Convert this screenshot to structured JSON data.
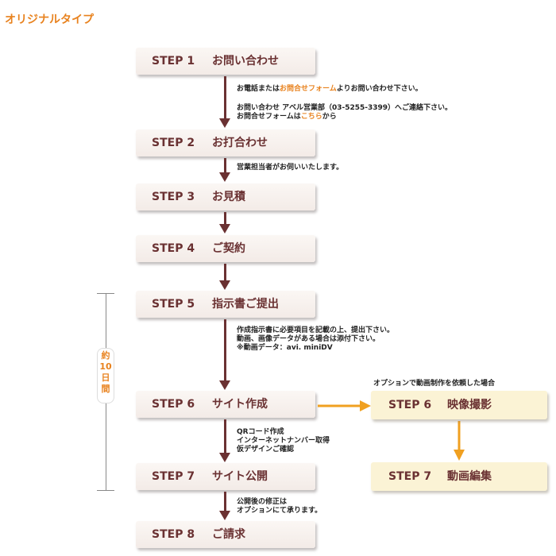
{
  "title": "オリジナルタイプ",
  "steps": [
    {
      "label": "STEP 1",
      "name": "お問い合わせ"
    },
    {
      "label": "STEP 2",
      "name": "お打合わせ"
    },
    {
      "label": "STEP 3",
      "name": "お見積"
    },
    {
      "label": "STEP 4",
      "name": "ご契約"
    },
    {
      "label": "STEP 5",
      "name": "指示書ご提出"
    },
    {
      "label": "STEP 6",
      "name": "サイト作成"
    },
    {
      "label": "STEP 7",
      "name": "サイト公開"
    },
    {
      "label": "STEP 8",
      "name": "ご請求"
    }
  ],
  "option": {
    "caption": "オプションで動画制作を依頼した場合",
    "steps": [
      {
        "label": "STEP 6",
        "name": "映像撮影"
      },
      {
        "label": "STEP 7",
        "name": "動画編集"
      }
    ]
  },
  "period": {
    "line1": "約",
    "line2": "10",
    "line3": "日",
    "line4": "間"
  },
  "notes": {
    "n1_pre": "お電話または",
    "n1_link": "お問合せフォーム",
    "n1_post": "よりお問い合わせ下さい。",
    "n2_line1": "お問い合わせ アベル営業部（03-5255-3399）へご連絡下さい。",
    "n2_pre": "お問合せフォームは",
    "n2_link": "こちら",
    "n2_post": "から",
    "n3": "営業担当者がお伺いいたします。",
    "n4_line1": "作成指示書に必要項目を記載の上、提出下さい。",
    "n4_line2": "動画、画像データがある場合は添付下さい。",
    "n4_line3": "※動画データ：avi. miniDV",
    "n5_line1": "QRコード作成",
    "n5_line2": "インターネットナンバー取得",
    "n5_line3": "仮デザインご確認",
    "n6_line1": "公開後の修正は",
    "n6_line2": "オプションにて承ります。"
  },
  "colors": {
    "accent": "#e8821e",
    "step_text": "#6a3132",
    "step_bg": "#f3ebe7",
    "option_bg": "#fbf3d5"
  }
}
